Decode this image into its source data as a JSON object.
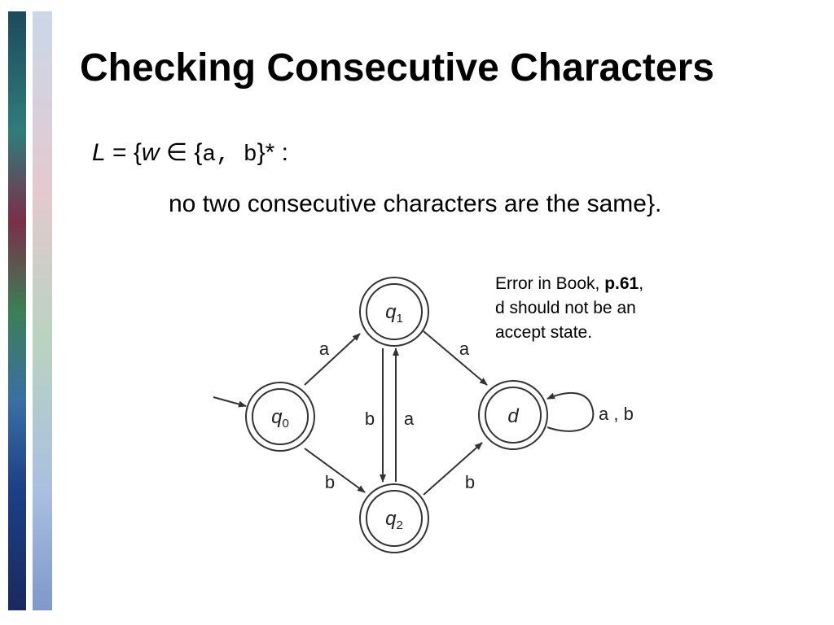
{
  "slide": {
    "title": "Checking Consecutive Characters",
    "definition": {
      "L": "L",
      "eq_open": " = {",
      "w": "w",
      "in": " ∈ {",
      "alphabet": "a, b",
      "star_colon": "}* :",
      "line2": "no two consecutive characters are the same}."
    },
    "note": {
      "prefix": "Error in Book, ",
      "page": "p.61",
      "suffix": ",",
      "line2": "d should not be an",
      "line3": "accept state."
    }
  },
  "dfa": {
    "states": [
      {
        "id": "q0",
        "base": "q",
        "sub": "0",
        "start": true
      },
      {
        "id": "q1",
        "base": "q",
        "sub": "1"
      },
      {
        "id": "q2",
        "base": "q",
        "sub": "2"
      },
      {
        "id": "d",
        "base": "d",
        "sub": ""
      }
    ],
    "transitions": [
      {
        "from": "q0",
        "to": "q1",
        "label": "a"
      },
      {
        "from": "q0",
        "to": "q2",
        "label": "b"
      },
      {
        "from": "q1",
        "to": "q2",
        "label": "b"
      },
      {
        "from": "q2",
        "to": "q1",
        "label": "a"
      },
      {
        "from": "q1",
        "to": "d",
        "label": "a"
      },
      {
        "from": "q2",
        "to": "d",
        "label": "b"
      },
      {
        "from": "d",
        "to": "d",
        "label": "a , b"
      }
    ],
    "colors": {
      "stroke": "#333333",
      "label": "#222222"
    }
  }
}
